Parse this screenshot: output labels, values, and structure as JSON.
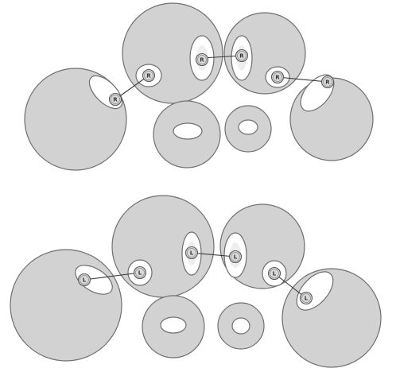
{
  "panels": [
    {
      "id": "top",
      "badge_letter": "R",
      "badges": [
        {
          "letter": "R"
        },
        {
          "letter": "R"
        },
        {
          "letter": "R"
        },
        {
          "letter": "R"
        },
        {
          "letter": "R"
        },
        {
          "letter": "R"
        }
      ]
    },
    {
      "id": "bottom",
      "badge_letter": "L",
      "badges": [
        {
          "letter": "L"
        },
        {
          "letter": "L"
        },
        {
          "letter": "L"
        },
        {
          "letter": "L"
        },
        {
          "letter": "L"
        },
        {
          "letter": "L"
        }
      ]
    }
  ],
  "colors": {
    "sphere_fill": "#d2d2d2",
    "outline": "#6f6f6f",
    "hole_fill": "#ffffff",
    "badge_fill": "#d9d9d9"
  }
}
